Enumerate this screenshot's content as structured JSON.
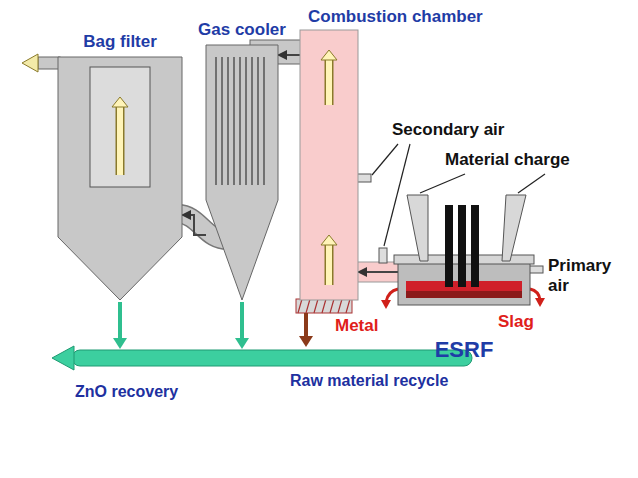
{
  "diagram": {
    "nodes": [
      {
        "text": [
          "Bag filter"
        ]
      },
      {
        "text": [
          "Gas cooler"
        ]
      },
      {
        "text": [
          "Combustion chamber"
        ]
      },
      {
        "text": [
          "ESRF"
        ]
      }
    ],
    "edges": [
      {
        "from": 3,
        "to": 2,
        "arrow": "to"
      },
      {
        "from": 2,
        "to": 1,
        "arrow": "to"
      },
      {
        "from": 1,
        "to": 0,
        "arrow": "to"
      }
    ],
    "labels": [
      "Secondary air",
      "Material charge",
      "Primary air",
      "Metal",
      "Slag",
      "ZnO recovery",
      "Raw material recycle"
    ]
  }
}
